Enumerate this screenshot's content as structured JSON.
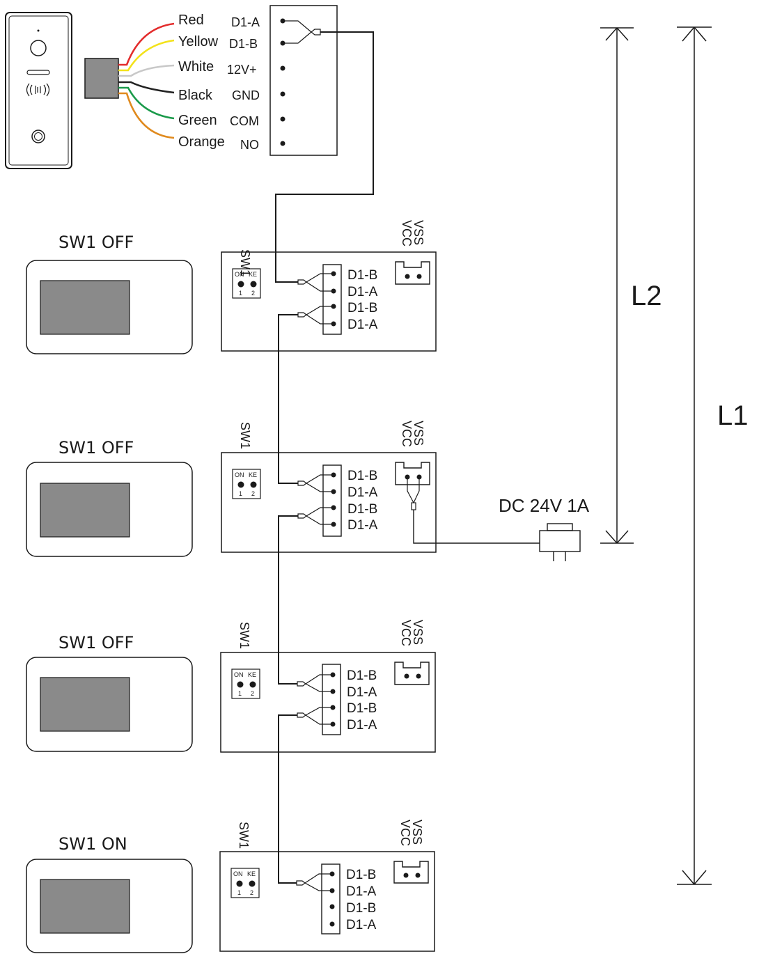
{
  "door_station": {
    "wires": [
      {
        "color_name": "Red",
        "hex": "#e32c2c",
        "terminal": "D1-A"
      },
      {
        "color_name": "Yellow",
        "hex": "#f3e21b",
        "terminal": "D1-B"
      },
      {
        "color_name": "White",
        "hex": "#c8c8c8",
        "terminal": "12V+"
      },
      {
        "color_name": "Black",
        "hex": "#222222",
        "terminal": "GND"
      },
      {
        "color_name": "Green",
        "hex": "#1a9a4a",
        "terminal": "COM"
      },
      {
        "color_name": "Orange",
        "hex": "#e08a1e",
        "terminal": "NO"
      }
    ]
  },
  "monitors": [
    {
      "label": "SW1 OFF"
    },
    {
      "label": "SW1 OFF"
    },
    {
      "label": "SW1 OFF"
    },
    {
      "label": "SW1 ON"
    }
  ],
  "board": {
    "switch_label": "SW1",
    "dip_on": "ON",
    "dip_ke": "KE",
    "dip_1": "1",
    "dip_2": "2",
    "vss": "VSS",
    "vcc": "VCC",
    "pins": [
      "D1-B",
      "D1-A",
      "D1-B",
      "D1-A"
    ]
  },
  "power": {
    "label": "DC 24V 1A"
  },
  "distances": {
    "l1": "L1",
    "l2": "L2"
  },
  "colors": {
    "line": "#1a1a1a",
    "screen": "#8a8a8a",
    "module": "#8c8c8c"
  }
}
